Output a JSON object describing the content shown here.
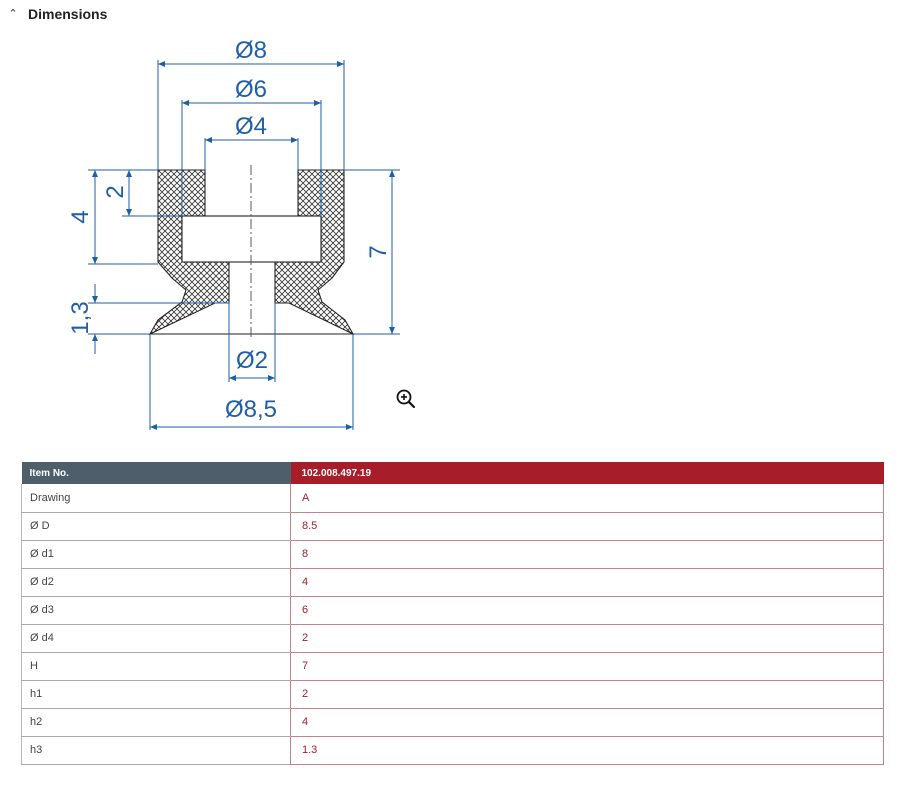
{
  "section": {
    "title": "Dimensions",
    "chevron_icon": "chevron-up-icon"
  },
  "drawing": {
    "labels": {
      "d1": "Ø8",
      "d3": "Ø6",
      "d2": "Ø4",
      "d4": "Ø2",
      "D": "Ø8,5",
      "h2": "4",
      "h1": "2",
      "h3": "1,3",
      "H": "7"
    },
    "line_color": "#1f5ea8",
    "zoom_icon": "zoom-in-icon"
  },
  "table": {
    "header": {
      "key": "Item No.",
      "value": "102.008.497.19"
    },
    "rows": [
      {
        "key": "Drawing",
        "value": "A"
      },
      {
        "key": "Ø D",
        "value": "8.5"
      },
      {
        "key": "Ø d1",
        "value": "8"
      },
      {
        "key": "Ø d2",
        "value": "4"
      },
      {
        "key": "Ø d3",
        "value": "6"
      },
      {
        "key": "Ø d4",
        "value": "2"
      },
      {
        "key": "H",
        "value": "7"
      },
      {
        "key": "h1",
        "value": "2"
      },
      {
        "key": "h2",
        "value": "4"
      },
      {
        "key": "h3",
        "value": "1.3"
      }
    ],
    "colors": {
      "header_key_bg": "#4e5e6b",
      "header_value_bg": "#a71d2a",
      "value_text": "#a01f2a"
    }
  }
}
